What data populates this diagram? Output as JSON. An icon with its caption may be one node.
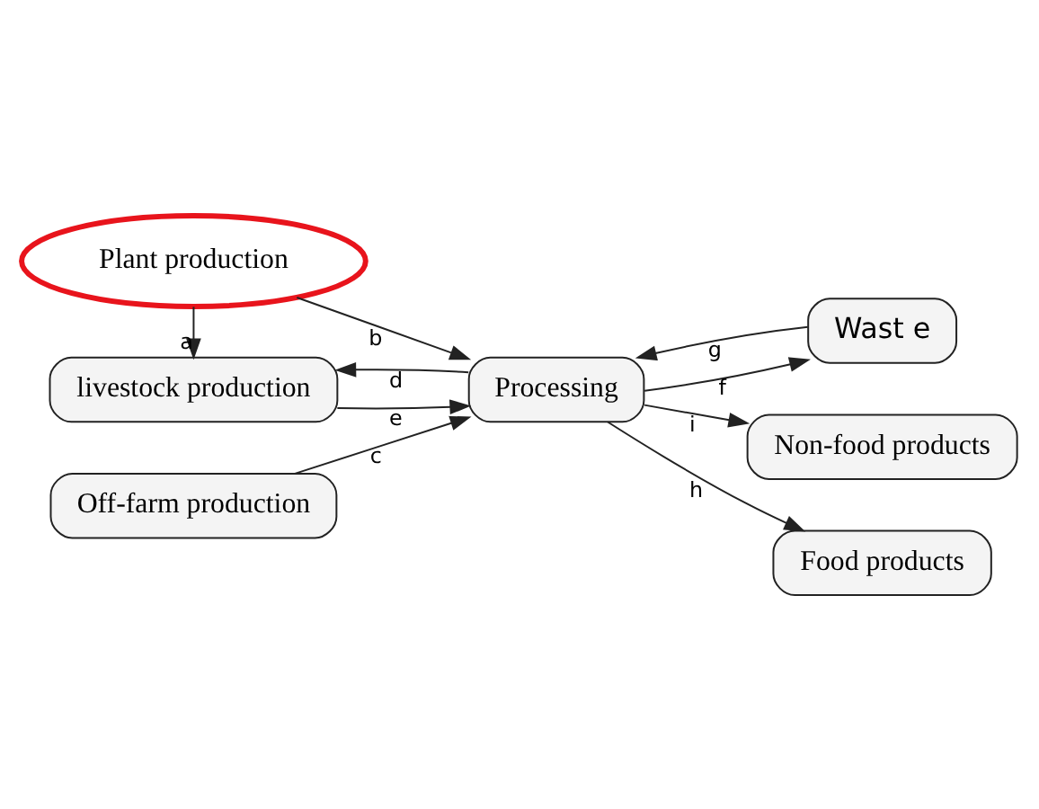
{
  "diagram": {
    "nodes": [
      {
        "text": [
          "livestock production"
        ]
      },
      {
        "text": [
          "Plant production"
        ]
      },
      {
        "text": [
          "Off-farm production"
        ]
      },
      {
        "text": [
          "Processing"
        ]
      },
      {
        "text": [
          "Wast e"
        ]
      },
      {
        "text": [
          "Non-food products"
        ]
      },
      {
        "text": [
          "Food products"
        ]
      }
    ],
    "edges": [
      {
        "from": 1,
        "to": 0,
        "arrow": "to",
        "label": "a"
      },
      {
        "from": 1,
        "to": 3,
        "arrow": "to",
        "label": "b"
      },
      {
        "from": 2,
        "to": 3,
        "arrow": "to",
        "label": "c"
      },
      {
        "from": 3,
        "to": 0,
        "arrow": "to",
        "label": "d"
      },
      {
        "from": 0,
        "to": 3,
        "arrow": "to",
        "label": "e"
      },
      {
        "from": 3,
        "to": 4,
        "arrow": "to",
        "label": "f"
      },
      {
        "from": 4,
        "to": 3,
        "arrow": "to",
        "label": "g"
      },
      {
        "from": 3,
        "to": 6,
        "arrow": "to",
        "label": "h"
      },
      {
        "from": 3,
        "to": 5,
        "arrow": "to",
        "label": "i"
      }
    ]
  }
}
